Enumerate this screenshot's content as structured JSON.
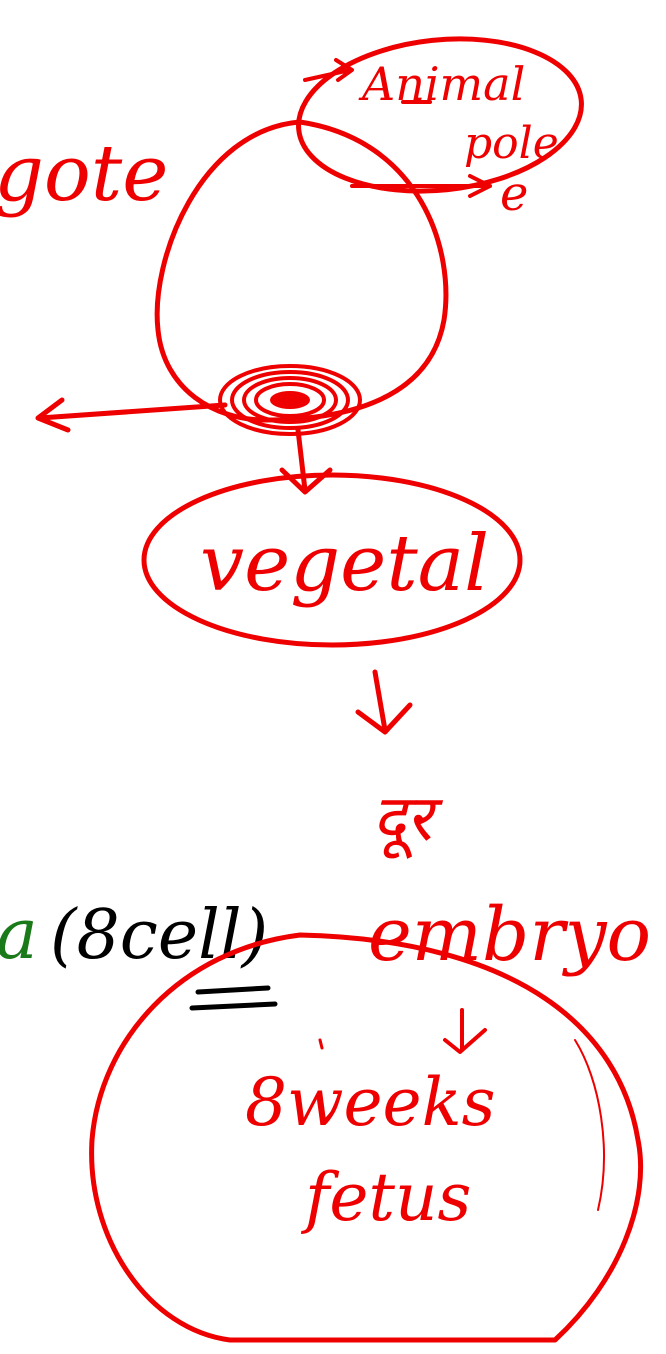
{
  "colors": {
    "red_ink": "#ee0000",
    "green_ink": "#1a7a1a",
    "black_ink": "#000000",
    "background": "#ffffff"
  },
  "labels": {
    "zygote_fragment": "gote",
    "animal": "Animal",
    "pole": "pole",
    "vegetal": "vegetal",
    "devanagari": "दूर",
    "green_fragment": "a",
    "eight_cell": "(8cell)",
    "embryo": "embryo",
    "eight_weeks": "8weeks",
    "fetus": "fetus"
  }
}
